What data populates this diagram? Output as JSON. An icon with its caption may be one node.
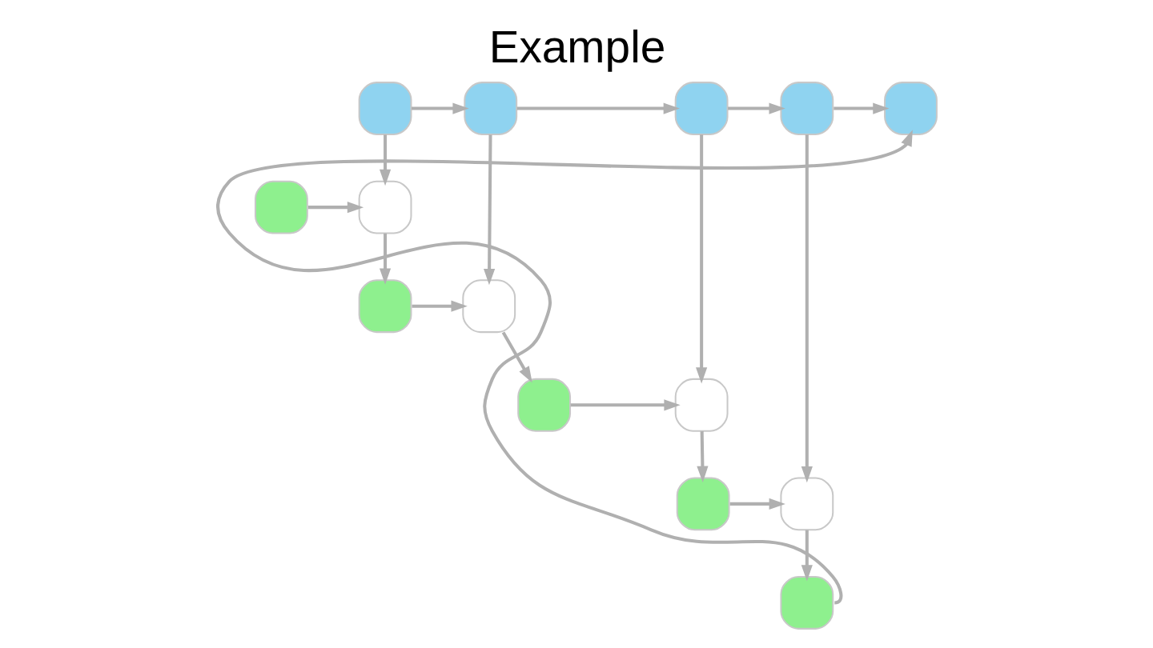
{
  "diagram": {
    "title": "Example",
    "nodes": [
      {
        "text": [],
        "shape": "box"
      },
      {
        "text": [],
        "shape": "box"
      },
      {
        "text": [],
        "shape": "box"
      },
      {
        "text": [],
        "shape": "box"
      },
      {
        "text": [],
        "shape": "box"
      },
      {
        "text": [],
        "shape": "box"
      },
      {
        "text": [],
        "shape": "box"
      },
      {
        "text": [],
        "shape": "box"
      },
      {
        "text": [],
        "shape": "box"
      },
      {
        "text": [],
        "shape": "box"
      },
      {
        "text": [],
        "shape": "box"
      },
      {
        "text": [],
        "shape": "box"
      },
      {
        "text": [],
        "shape": "box"
      },
      {
        "text": [],
        "shape": "box"
      }
    ],
    "edges": [
      {
        "from": 0,
        "to": 1,
        "arrow": "to"
      },
      {
        "from": 1,
        "to": 2,
        "arrow": "to"
      },
      {
        "from": 2,
        "to": 3,
        "arrow": "to"
      },
      {
        "from": 3,
        "to": 4,
        "arrow": "to"
      },
      {
        "from": 0,
        "to": 6,
        "arrow": "to"
      },
      {
        "from": 5,
        "to": 6,
        "arrow": "to"
      },
      {
        "from": 6,
        "to": 7,
        "arrow": "to"
      },
      {
        "from": 1,
        "to": 8,
        "arrow": "to"
      },
      {
        "from": 7,
        "to": 8,
        "arrow": "to"
      },
      {
        "from": 8,
        "to": 9,
        "arrow": "to"
      },
      {
        "from": 2,
        "to": 10,
        "arrow": "to"
      },
      {
        "from": 9,
        "to": 10,
        "arrow": "to"
      },
      {
        "from": 10,
        "to": 11,
        "arrow": "to"
      },
      {
        "from": 3,
        "to": 12,
        "arrow": "to"
      },
      {
        "from": 11,
        "to": 12,
        "arrow": "to"
      },
      {
        "from": 12,
        "to": 13,
        "arrow": "to"
      },
      {
        "from": 13,
        "to": 4,
        "arrow": "to"
      }
    ]
  }
}
